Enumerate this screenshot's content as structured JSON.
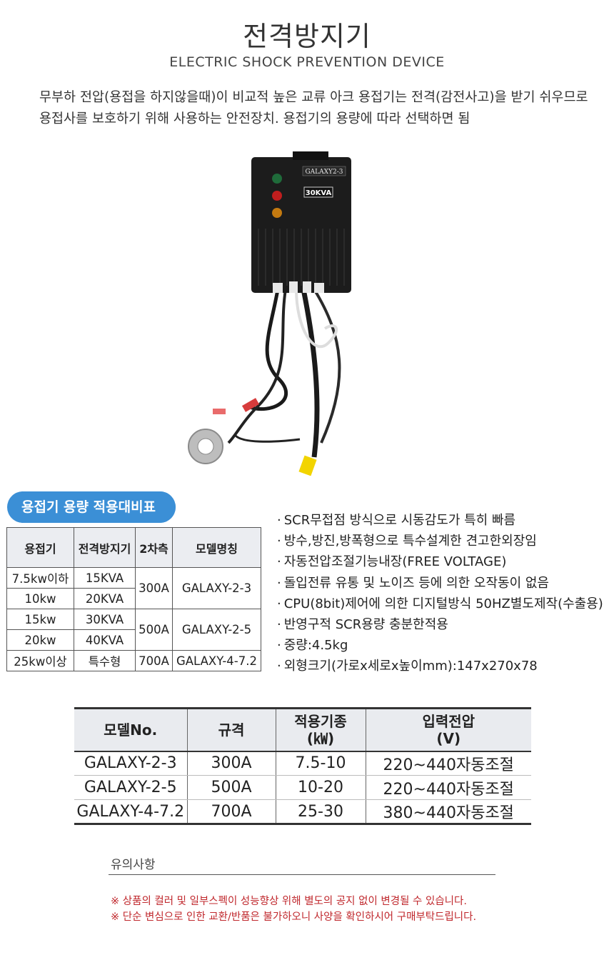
{
  "header": {
    "title": "전격방지기",
    "subtitle": "ELECTRIC SHOCK PREVENTION DEVICE",
    "intro_line1": "무부하 전압(용접을 하지않을때)이 비교적 높은 교류 아크 용접기는 전격(감전사고)을 받기 쉬우므로",
    "intro_line2": "용접사를  보호하기 위해 사용하는 안전장치. 용접기의 용량에 따라 선택하면 됨"
  },
  "product": {
    "label_model": "GALAXY2-3",
    "label_capacity": "30KVA"
  },
  "compat": {
    "badge": "용접기 용량 적용대비표",
    "headers": [
      "용접기",
      "전격방지기",
      "2차측",
      "모델명칭"
    ],
    "rows": [
      {
        "welder": "7.5kw이하",
        "device": "15KVA"
      },
      {
        "welder": "10kw",
        "device": "20KVA"
      },
      {
        "welder": "15kw",
        "device": "30KVA"
      },
      {
        "welder": "20kw",
        "device": "40KVA"
      },
      {
        "welder": "25kw이상",
        "device": "특수형"
      }
    ],
    "groups": [
      {
        "secondary": "300A",
        "model": "GALAXY-2-3"
      },
      {
        "secondary": "500A",
        "model": "GALAXY-2-5"
      },
      {
        "secondary": "700A",
        "model": "GALAXY-4-7.2"
      }
    ]
  },
  "features": [
    "SCR무접점 방식으로 시동감도가 특히 빠름",
    "방수,방진,방폭형으로 특수설계한 견고한외장임",
    "자동전압조절기능내장(FREE VOLTAGE)",
    "돌입전류 유통 및 노이즈 등에 의한 오작동이 없음",
    "CPU(8bit)제어에 의한 디지털방식 50HZ별도제작(수출용)",
    "반영구적 SCR용량 충분한적용",
    "중량:4.5kg",
    "외형크기(가로x세로x높이mm):147x270x78"
  ],
  "spec": {
    "headers": [
      "모델No.",
      "규격",
      "적용기종\n(㎾)",
      "입력전압\n(V)"
    ],
    "rows": [
      [
        "GALAXY-2-3",
        "300A",
        "7.5-10",
        "220~440자동조절"
      ],
      [
        "GALAXY-2-5",
        "500A",
        "10-20",
        "220~440자동조절"
      ],
      [
        "GALAXY-4-7.2",
        "700A",
        "25-30",
        "380~440자동조절"
      ]
    ]
  },
  "notes": {
    "title": "유의사항",
    "items": [
      "※ 상품의 컬러 및 일부스펙이 성능향상 위해 별도의 공지 없이 변경될 수 있습니다.",
      "※ 단순 변심으로 인한 교환/반품은 불가하오니 사양을 확인하시어 구매부탁드립니다."
    ]
  },
  "colors": {
    "accent_blue": "#3b8fd6",
    "note_red": "#c0282d",
    "table_header_bg": "#ebedf1"
  }
}
